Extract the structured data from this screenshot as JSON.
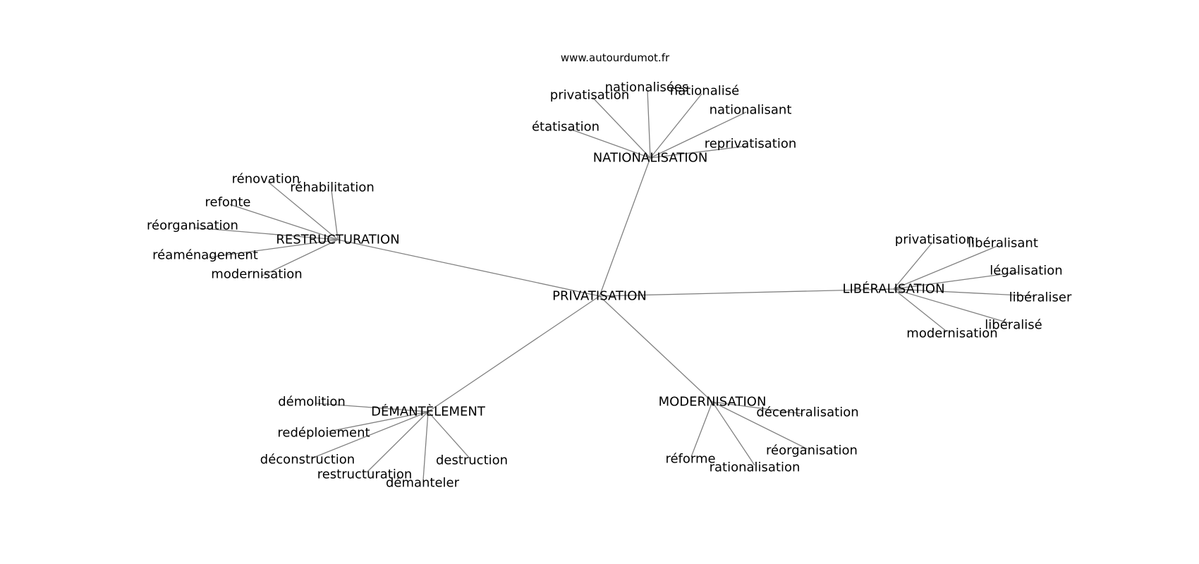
{
  "source_label": "www.autourdumot.fr",
  "graph": {
    "center": "PRIVATISATION",
    "hubs": [
      {
        "label": "NATIONALISATION",
        "leaves": [
          "privatisation",
          "nationalisées",
          "nationalisé",
          "nationalisant",
          "étatisation",
          "reprivatisation"
        ]
      },
      {
        "label": "RESTRUCTURATION",
        "leaves": [
          "rénovation",
          "réhabilitation",
          "refonte",
          "réorganisation",
          "réaménagement",
          "modernisation"
        ]
      },
      {
        "label": "LIBÉRALISATION",
        "leaves": [
          "privatisation",
          "libéralisant",
          "légalisation",
          "libéraliser",
          "libéralisé",
          "modernisation"
        ]
      },
      {
        "label": "DÉMANTÈLEMENT",
        "leaves": [
          "démolition",
          "redéploiement",
          "déconstruction",
          "restructuration",
          "démanteler",
          "destruction"
        ]
      },
      {
        "label": "MODERNISATION",
        "leaves": [
          "décentralisation",
          "réorganisation",
          "réforme",
          "rationalisation"
        ]
      }
    ]
  }
}
